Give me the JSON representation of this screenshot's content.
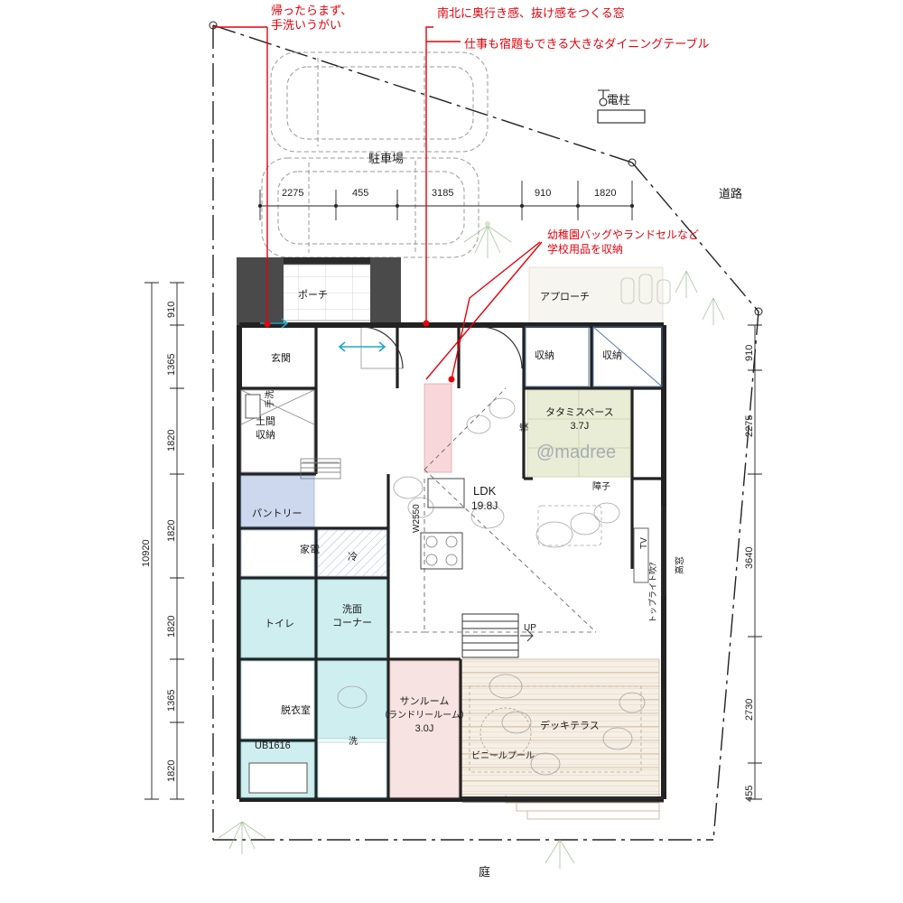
{
  "annotations": {
    "note_left": "帰ったらまず、\n手洗いうがい",
    "note_left_l1": "帰ったらまず、",
    "note_left_l2": "手洗いうがい",
    "note_mid": "南北に奥行き感、抜け感をつくる窓",
    "note_right": "仕事も宿題もできる大きなダイニングテーブル",
    "note_storage_l1": "幼稚園バッグやランドセルなど",
    "note_storage_l2": "学校用品を収納"
  },
  "site": {
    "pole": "電柱",
    "road": "道路",
    "garden": "庭",
    "parking": "駐車場",
    "watermark": "@madree"
  },
  "dims": {
    "top": [
      "2275",
      "455",
      "3185",
      "910",
      "1820"
    ],
    "left_outer": "10920",
    "left_inner": [
      "910",
      "1365",
      "1820",
      "1820",
      "1820",
      "1365",
      "1820"
    ],
    "right": [
      "910",
      "2275",
      "3640",
      "2730",
      "455"
    ]
  },
  "rooms": [
    {
      "id": "porch",
      "label": "ポーチ"
    },
    {
      "id": "approach",
      "label": "アプローチ"
    },
    {
      "id": "entrance",
      "label": "玄関"
    },
    {
      "id": "tearai",
      "label": "手洗"
    },
    {
      "id": "doma",
      "label_l1": "土間",
      "label_l2": "収納"
    },
    {
      "id": "pantry",
      "label": "パントリー"
    },
    {
      "id": "kaden",
      "label": "家電"
    },
    {
      "id": "rei",
      "label": "冷"
    },
    {
      "id": "toilet",
      "label": "トイレ"
    },
    {
      "id": "senmen",
      "label_l1": "洗面",
      "label_l2": "コーナー"
    },
    {
      "id": "datsui",
      "label": "脱衣室"
    },
    {
      "id": "ub",
      "label": "UB1616"
    },
    {
      "id": "sen",
      "label": "洗"
    },
    {
      "id": "sunroom",
      "label_l1": "サンルーム",
      "label_l2": "（ランドリールーム）",
      "label_l3": "3.0J"
    },
    {
      "id": "ldk",
      "label_l1": "LDK",
      "label_l2": "19.8J"
    },
    {
      "id": "tatami",
      "label_l1": "タタミスペース",
      "label_l2": "3.7J"
    },
    {
      "id": "shuno1",
      "label": "収納"
    },
    {
      "id": "shuno2",
      "label": "収納"
    },
    {
      "id": "deck",
      "label": "デッキテラス"
    },
    {
      "id": "pool",
      "label": "ビニールプール"
    }
  ],
  "small_labels": {
    "w2550": "W2550",
    "shoji": "障子",
    "fusuma": "襖",
    "tv": "TV",
    "takamado": "高窓",
    "skylight": "トップライト吹ｱ",
    "up": "UP"
  }
}
